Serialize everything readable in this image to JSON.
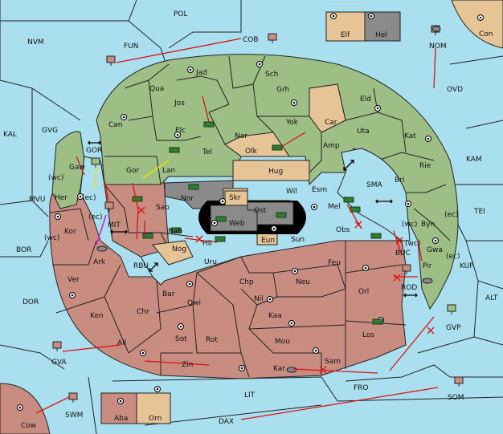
{
  "colors": {
    "sea": "#aadfef",
    "green": "#9dbf86",
    "red": "#c98c80",
    "tan": "#e6c496",
    "gray": "#8a8a8a",
    "move": "#dd1111",
    "support_yellow": "#f0e000",
    "support_magenta": "#cc22cc"
  },
  "labels": {
    "POL": "POL",
    "NVM": "NVM",
    "FUN": "FUN",
    "COB": "COB",
    "NOM": "NOM",
    "Con": "Con",
    "Elf": "Elf",
    "Hel": "Hel",
    "OVD": "OVD",
    "KAL": "KAL",
    "GVG": "GVG",
    "GOR": "GOR",
    "Gaw": "Gaw",
    "wc1": "(wc)",
    "Her": "Her",
    "ec1": "(ec)",
    "MVU": "MVU",
    "MIT": "MIT",
    "ec2": "(ec)",
    "wc2": "(wc)",
    "Kor": "Kor",
    "BOR": "BOR",
    "Ark": "Ark",
    "RBU": "RBU",
    "Ver": "Ver",
    "DOR": "DOR",
    "Ken": "Ken",
    "Chr": "Chr",
    "Ail": "Ail",
    "GVA": "GVA",
    "Zin": "Zin",
    "Sot": "Sot",
    "Rot": "Rot",
    "Bar": "Bar",
    "Qwi": "Qwi",
    "Uru": "Uru",
    "Chp": "Chp",
    "Nil": "Nil",
    "Neu": "Neu",
    "Kaa": "Kaa",
    "Mou": "Mou",
    "Feu": "Feu",
    "Kar": "Kar",
    "Sam": "Sam",
    "LIT": "LIT",
    "FRO": "FRO",
    "Los": "Los",
    "Orl": "Orl",
    "ROD": "ROD",
    "BUC": "BUC",
    "Pir": "Pir",
    "GVP": "GVP",
    "SOM": "SOM",
    "DAX": "DAX",
    "ALT": "ALT",
    "KUP": "KUP",
    "TEI": "TEI",
    "Gwa": "Gwa",
    "ec3": "(ec)",
    "wc3": "(wc)",
    "Byn": "Byn",
    "KAM": "KAM",
    "Rie": "Rie",
    "Bri": "Bri",
    "Kat": "Kat",
    "Uta": "Uta",
    "Eld": "Eld",
    "SMA": "SMA",
    "Esm": "Esm",
    "Mel": "Mel",
    "Obs": "Obs",
    "Sun": "Sun",
    "Eun": "Eun",
    "Ost": "Ost",
    "Web": "Web",
    "Skr": "Skr",
    "Wil": "Wil",
    "Hug": "Hug",
    "Amp": "Amp",
    "Car": "Car",
    "Yok": "Yok",
    "Olk": "Olk",
    "Nar": "Nar",
    "Grh": "Grh",
    "Sch": "Sch",
    "Jad": "Jad",
    "Qua": "Qua",
    "Jos": "Jos",
    "Can": "Can",
    "Elc": "Elc",
    "Tel": "Tel",
    "Gor": "Gor",
    "Lan": "Lan",
    "Nor": "Nor",
    "Sap": "Sap",
    "Nab": "Nab",
    "Hil": "Hil",
    "Nog": "Nog",
    "Cow": "Cow",
    "SWM": "SWM",
    "Aba": "Aba",
    "Orn": "Orn"
  }
}
